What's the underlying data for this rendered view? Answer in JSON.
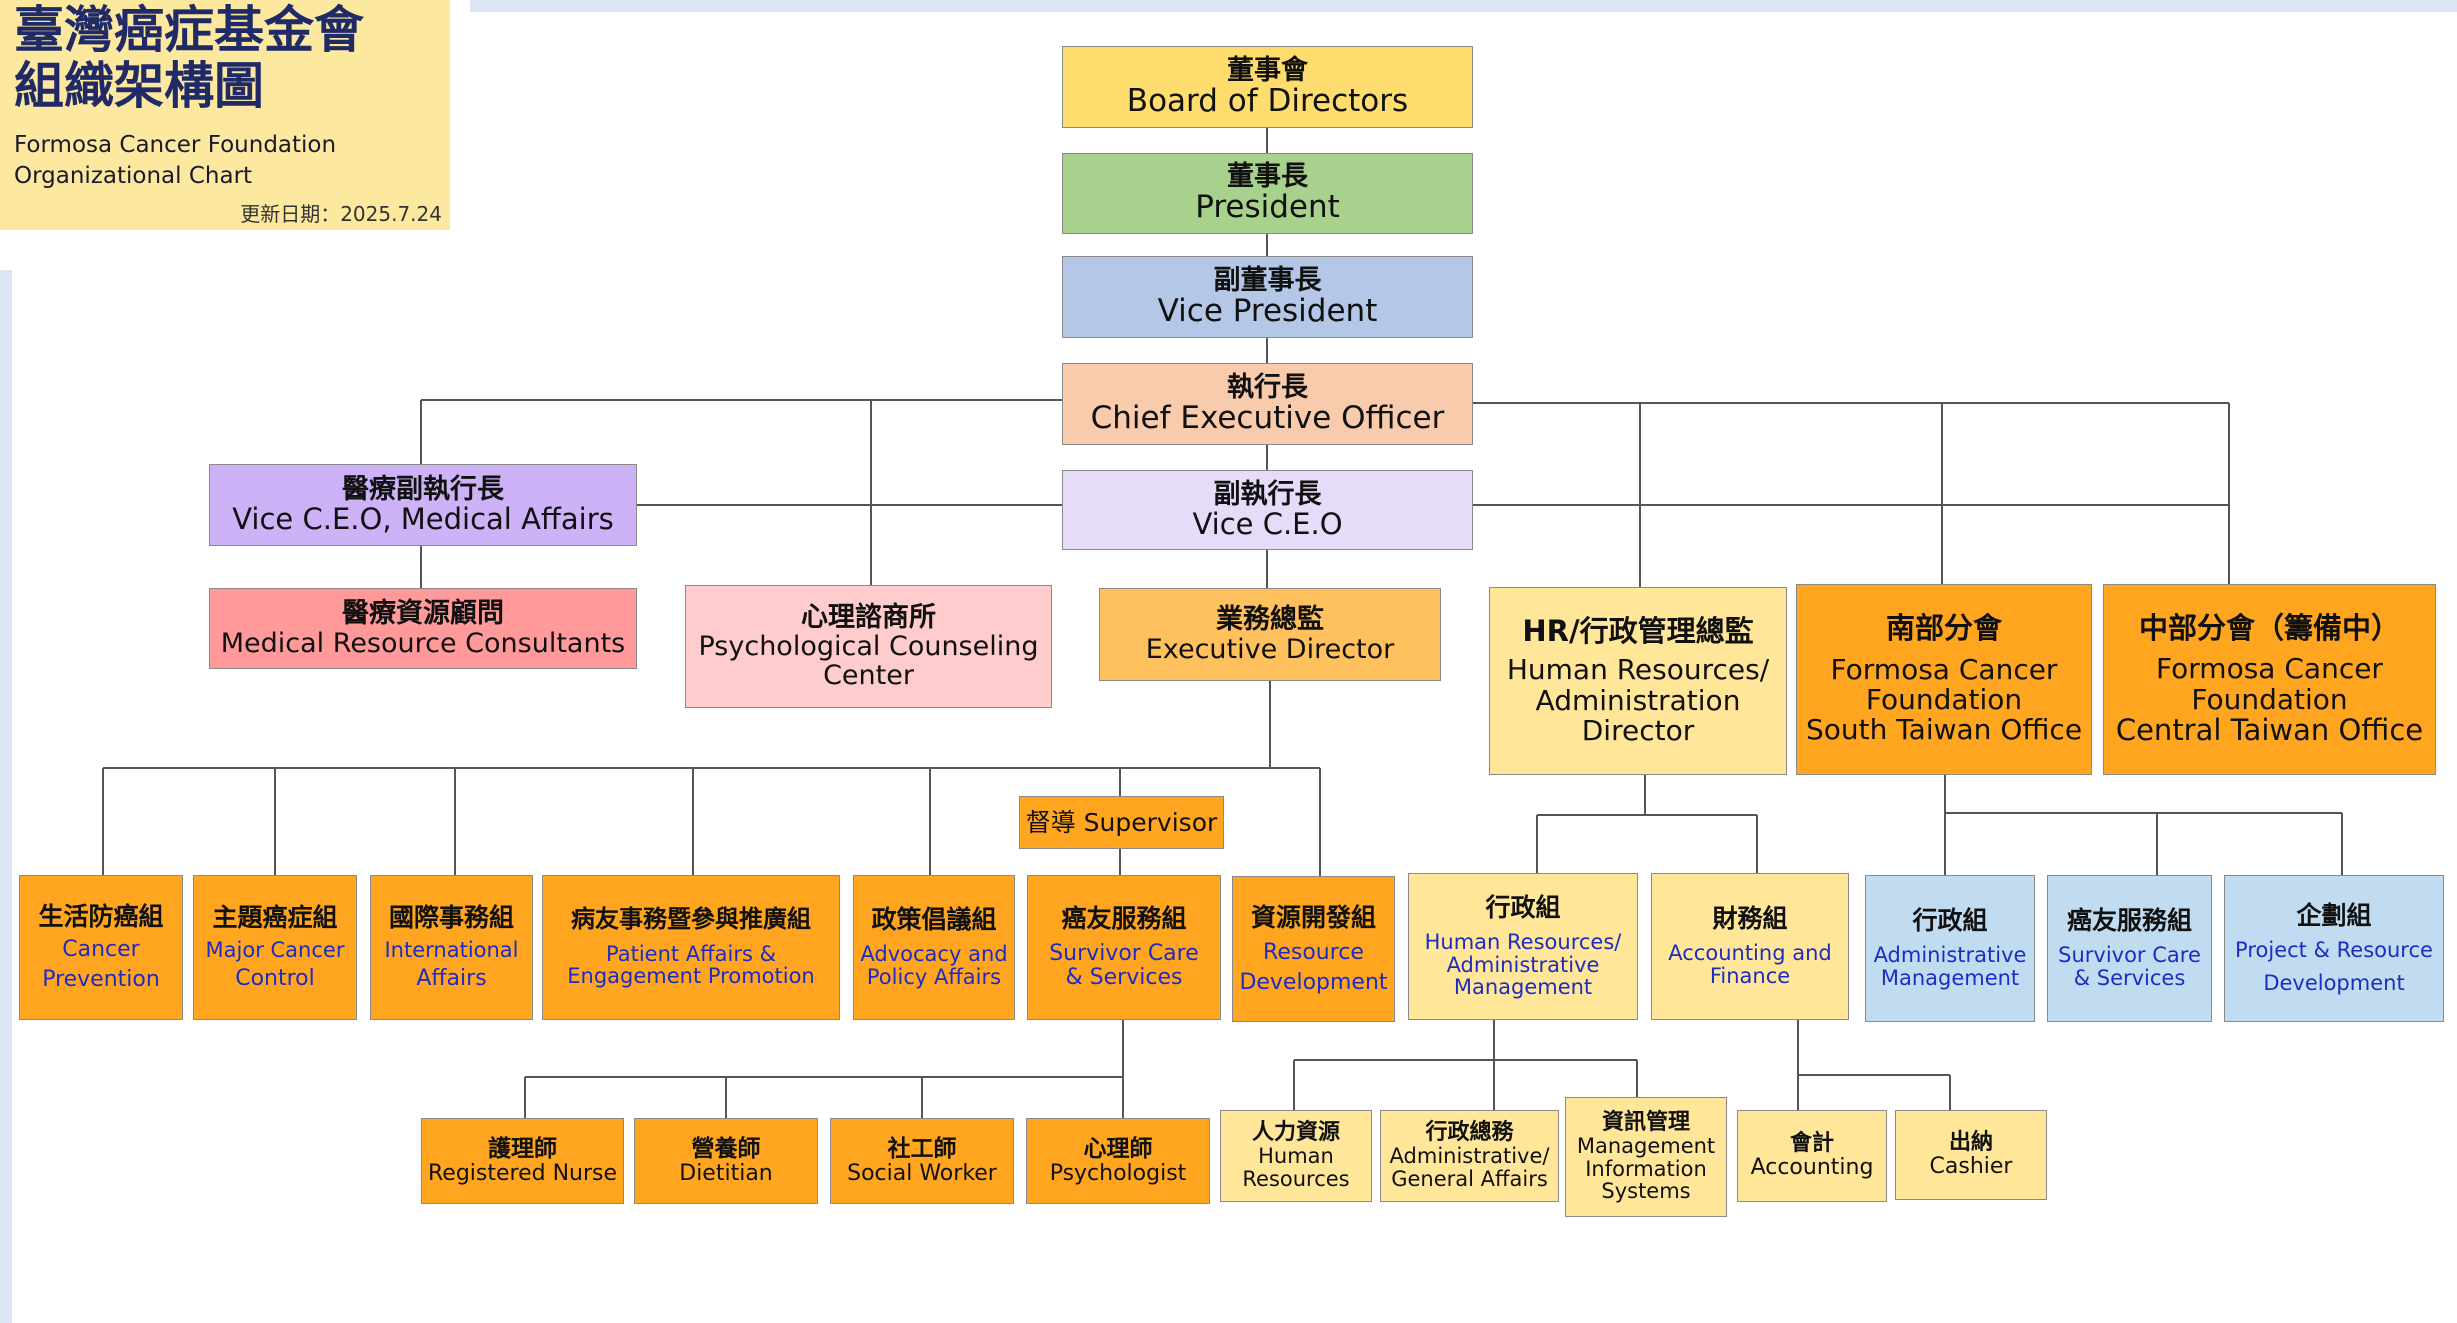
{
  "title": {
    "zh_line1": "臺灣癌症基金會",
    "zh_line2": "組織架構圖",
    "en_line1": "Formosa Cancer Foundation",
    "en_line2": "Organizational Chart",
    "updated": "更新日期：2025.7.24"
  },
  "colors": {
    "yellow": "#fedc6e",
    "green": "#a9d18e",
    "blue": "#b4c7e7",
    "peach": "#f8cbad",
    "purple": "#cdb2f8",
    "lavender": "#e6dbf8",
    "red": "#ff999a",
    "pink": "#ffcccd",
    "orange_light": "#ffc15d",
    "orange": "#ffa51f",
    "cream": "#ffe699",
    "light_blue": "#c1dbf1"
  },
  "nodes": {
    "board": {
      "zh": "董事會",
      "en": "Board of Directors"
    },
    "president": {
      "zh": "董事長",
      "en": "President"
    },
    "vice_president": {
      "zh": "副董事長",
      "en": "Vice President"
    },
    "ceo": {
      "zh": "執行長",
      "en": "Chief Executive Officer"
    },
    "vice_ceo_medical": {
      "zh": "醫療副執行長",
      "en": "Vice C.E.O, Medical Affairs"
    },
    "vice_ceo": {
      "zh": "副執行長",
      "en": "Vice C.E.O"
    },
    "medical_consultants": {
      "zh": "醫療資源顧問",
      "en": "Medical Resource Consultants"
    },
    "counseling": {
      "zh": "心理諮商所",
      "en1": "Psychological Counseling",
      "en2": "Center"
    },
    "exec_director": {
      "zh": "業務總監",
      "en": "Executive Director"
    },
    "hr_director": {
      "zh": "HR/行政管理總監",
      "en1": "Human Resources/",
      "en2": "Administration",
      "en3": "Director"
    },
    "south": {
      "zh": "南部分會",
      "en1": "Formosa Cancer",
      "en2": "Foundation",
      "en3": "South Taiwan Office"
    },
    "central": {
      "zh": "中部分會（籌備中）",
      "en1": "Formosa Cancer",
      "en2": "Foundation",
      "en3": "Central Taiwan Office"
    },
    "supervisor": {
      "label": "督導 Supervisor"
    },
    "prevention": {
      "zh": "生活防癌組",
      "en1": "Cancer",
      "en2": "Prevention"
    },
    "major_cancer": {
      "zh": "主題癌症組",
      "en1": "Major Cancer",
      "en2": "Control"
    },
    "international": {
      "zh": "國際事務組",
      "en1": "International",
      "en2": "Affairs"
    },
    "patient_affairs": {
      "zh": "病友事務暨參與推廣組",
      "en1": "Patient Affairs &",
      "en2": "Engagement Promotion"
    },
    "advocacy": {
      "zh": "政策倡議組",
      "en1": "Advocacy and",
      "en2": "Policy Affairs"
    },
    "survivor_care": {
      "zh": "癌友服務組",
      "en1": "Survivor Care",
      "en2": "& Services"
    },
    "resource_dev": {
      "zh": "資源開發組",
      "en1": "Resource",
      "en2": "Development"
    },
    "admin_group": {
      "zh": "行政組",
      "en1": "Human Resources/",
      "en2": "Administrative",
      "en3": "Management"
    },
    "finance_group": {
      "zh": "財務組",
      "en1": "Accounting and",
      "en2": "Finance"
    },
    "south_admin": {
      "zh": "行政組",
      "en1": "Administrative",
      "en2": "Management"
    },
    "south_survivor": {
      "zh": "癌友服務組",
      "en1": "Survivor Care",
      "en2": "& Services"
    },
    "south_project": {
      "zh": "企劃組",
      "en1": "Project & Resource",
      "en2": "Development"
    },
    "nurse": {
      "zh": "護理師",
      "en": "Registered Nurse"
    },
    "dietitian": {
      "zh": "營養師",
      "en": "Dietitian"
    },
    "social_worker": {
      "zh": "社工師",
      "en": "Social Worker"
    },
    "psychologist": {
      "zh": "心理師",
      "en": "Psychologist"
    },
    "hr": {
      "zh": "人力資源",
      "en1": "Human",
      "en2": "Resources"
    },
    "general_affairs": {
      "zh": "行政總務",
      "en1": "Administrative/",
      "en2": "General Affairs"
    },
    "mis": {
      "zh": "資訊管理",
      "en1": "Management",
      "en2": "Information",
      "en3": "Systems"
    },
    "accounting": {
      "zh": "會計",
      "en": "Accounting"
    },
    "cashier": {
      "zh": "出納",
      "en": "Cashier"
    }
  }
}
